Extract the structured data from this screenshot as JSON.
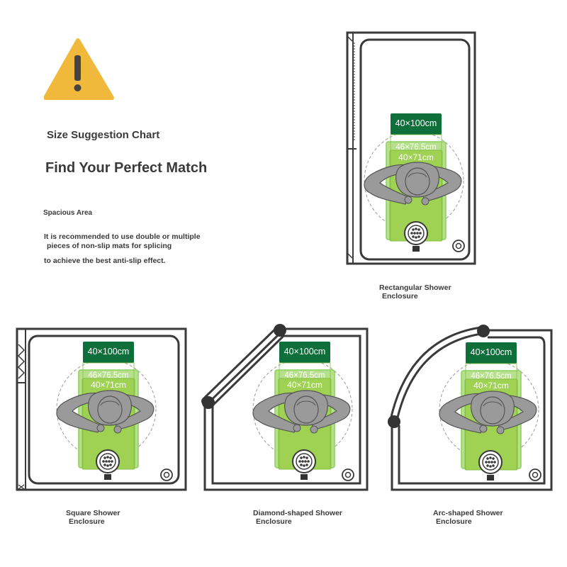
{
  "header": {
    "subtitle": "Size Suggestion Chart",
    "title": "Find Your Perfect Match",
    "area_label": "Spacious Area",
    "note_line1": "It is recommended to use double or multiple",
    "note_line2": "pieces of non-slip mats for splicing",
    "note_line3": "to achieve the best anti-slip effect."
  },
  "mat_sizes": {
    "large": "40×100cm",
    "medium": "46×76.5cm",
    "small": "40×71cm"
  },
  "enclosures": [
    {
      "line1": "Rectangular Shower",
      "line2": "Enclosure"
    },
    {
      "line1": "Square Shower",
      "line2": "Enclosure"
    },
    {
      "line1": "Diamond-shaped Shower",
      "line2": "Enclosure"
    },
    {
      "line1": "Arc-shaped Shower",
      "line2": "Enclosure"
    }
  ],
  "colors": {
    "dark_green": "#0f6f3a",
    "light_green": "#b6e08c",
    "lime_green": "#9fd253",
    "warning": "#f0b93c",
    "frame": "#3a3a3a"
  },
  "icons": [
    "warning-icon",
    "person-icon",
    "drain-icon",
    "shower-head-icon"
  ]
}
